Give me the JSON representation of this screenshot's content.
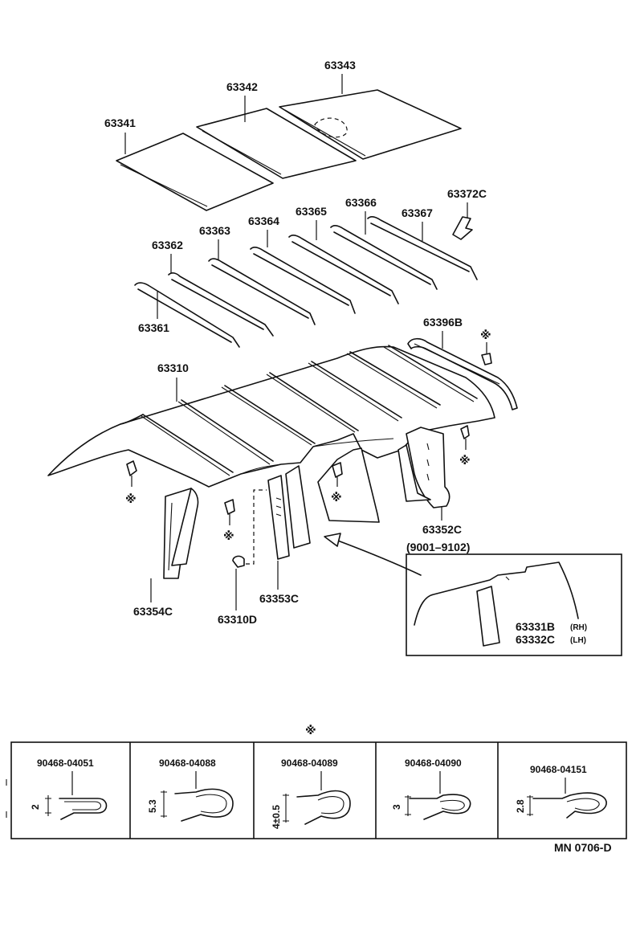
{
  "labels": {
    "p63341": "63341",
    "p63342": "63342",
    "p63343": "63343",
    "p63361": "63361",
    "p63362": "63362",
    "p63363": "63363",
    "p63364": "63364",
    "p63365": "63365",
    "p63366": "63366",
    "p63367": "63367",
    "p63372C": "63372C",
    "p63396B": "63396B",
    "p63310": "63310",
    "p63352C": "63352C",
    "date_range": "(9001–9102)",
    "p63354C": "63354C",
    "p63310D": "63310D",
    "p63353C": "63353C",
    "p63331B": "63331B",
    "p63332C": "63332C",
    "rh": "(RH)",
    "lh": "(LH)"
  },
  "symbols": {
    "asterisk": "※"
  },
  "clips": {
    "header_symbol": "※",
    "items": [
      {
        "part": "90468-04051",
        "dimension": "2"
      },
      {
        "part": "90468-04088",
        "dimension": "5.3"
      },
      {
        "part": "90468-04089",
        "dimension": "4±0.5"
      },
      {
        "part": "90468-04090",
        "dimension": "3"
      },
      {
        "part": "90468-04151",
        "dimension": "2.8"
      }
    ]
  },
  "footer": {
    "code": "MN 0706-D"
  }
}
